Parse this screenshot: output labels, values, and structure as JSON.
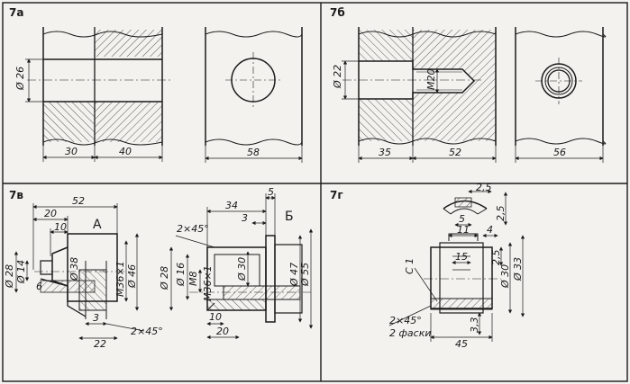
{
  "panels": {
    "p7a": {
      "title": "7а",
      "dim_diameter": "Ø 26",
      "dim_left": "30",
      "dim_right": "40",
      "dim_width": "58"
    },
    "p7b": {
      "title": "7б",
      "dim_diameter": "Ø 22",
      "dim_thread": "М20",
      "dim_left": "35",
      "dim_right": "52",
      "dim_width": "56"
    },
    "p7v": {
      "title": "7в",
      "label_a": "А",
      "label_b": "Б",
      "dims": {
        "d52": "52",
        "d20": "20",
        "d10": "10",
        "d28": "Ø 28",
        "d14": "Ø 14",
        "d6": "6",
        "d38": "Ø 38",
        "m36a": "М36×1",
        "d46": "Ø 46",
        "d3": "3",
        "d22": "22",
        "chamfer_a": "2×45°",
        "d34": "34",
        "d5": "5",
        "d3b": "3",
        "chamfer_b": "2×45°",
        "d28b": "Ø 28",
        "d16": "Ø 16",
        "m8": "М8",
        "m36b": "М36×1",
        "d30": "Ø 30",
        "d47": "Ø 47",
        "d55": "Ø 55",
        "d10b": "10",
        "d20b": "20"
      }
    },
    "p7g": {
      "title": "7г",
      "dims": {
        "d2_5a": "2,5",
        "d2_5b": "2,5",
        "d5": "5",
        "d11": "11",
        "d4": "4",
        "d15": "15",
        "c1": "С 1",
        "d2_5c": "2,5",
        "d30": "Ø 30",
        "d33": "Ø 33",
        "chamfer": "2×45°",
        "chamfer_note": "2 фаски",
        "d45": "45",
        "d3_3": "3,3"
      }
    }
  }
}
